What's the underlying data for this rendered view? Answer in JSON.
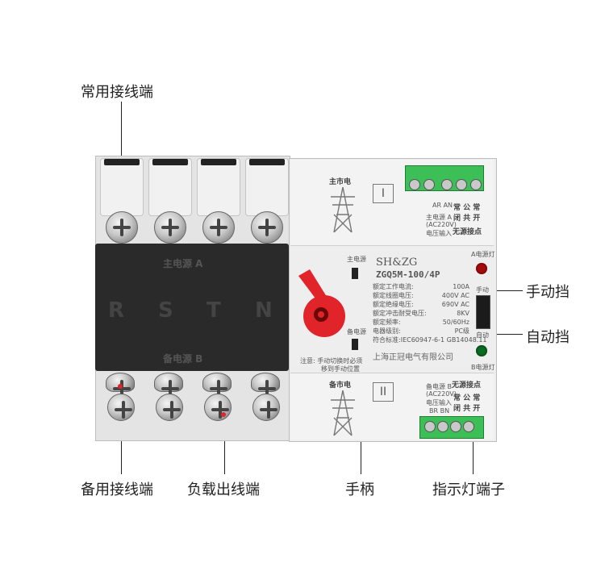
{
  "callouts": {
    "main_terminal": "常用接线端",
    "backup_terminal": "备用接线端",
    "load_terminal": "负载出线端",
    "handle": "手柄",
    "indicator_terminal": "指示灯端子",
    "manual_mode": "手动挡",
    "auto_mode": "自动挡"
  },
  "panel": {
    "main_power_a": "主电源 A",
    "backup_power_b": "备电源 B",
    "phases": [
      "R",
      "S",
      "T",
      "N"
    ]
  },
  "front": {
    "main_grid": "主市电",
    "backup_grid": "备市电",
    "roman_one": "I",
    "roman_two": "II",
    "brand": "SH&ZG",
    "model": "ZGQ5M-100/4P",
    "specs": [
      {
        "label": "额定工作电流:",
        "value": "100A"
      },
      {
        "label": "额定线圈电压:",
        "value": "400V AC"
      },
      {
        "label": "额定绝缘电压:",
        "value": "690V AC"
      },
      {
        "label": "额定冲击耐受电压:",
        "value": "8KV"
      },
      {
        "label": "额定频率:",
        "value": "50/60Hz"
      },
      {
        "label": "电器级别:",
        "value": "PC级"
      },
      {
        "label": "符合标准:",
        "value": "IEC60947-6-1 GB14048.11"
      }
    ],
    "manufacturer": "上海正冠电气有限公司",
    "main_source_label": "主电源",
    "backup_source_label": "备电源",
    "note_line1": "注意: 手动切换时必须",
    "note_line2": "移到手动位置",
    "lamp_a": "A电源灯",
    "lamp_b": "B电源灯",
    "manual_small": "手动",
    "auto_small": "自动",
    "top_terminal": {
      "ar_an": "AR AN",
      "src_a_l1": "主电源 A",
      "src_a_l2": "(AC220V)",
      "src_a_l3": "电压输入",
      "contacts": "常 公 常",
      "contacts2": "闭 共 开",
      "dry_contact": "无源接点"
    },
    "bottom_terminal": {
      "br_bn": "BR BN",
      "src_b_l1": "备电源 B",
      "src_b_l2": "(AC220V)",
      "src_b_l3": "电压输入",
      "contacts": "常 公 常",
      "contacts2": "闭 共 开",
      "dry_contact": "无源接点"
    }
  },
  "colors": {
    "handle_red": "#e0242a",
    "led_red": "#a50d0d",
    "led_green": "#0b6b24",
    "terminal_green": "#3cbf57",
    "panel_black": "#2a2a2a"
  }
}
